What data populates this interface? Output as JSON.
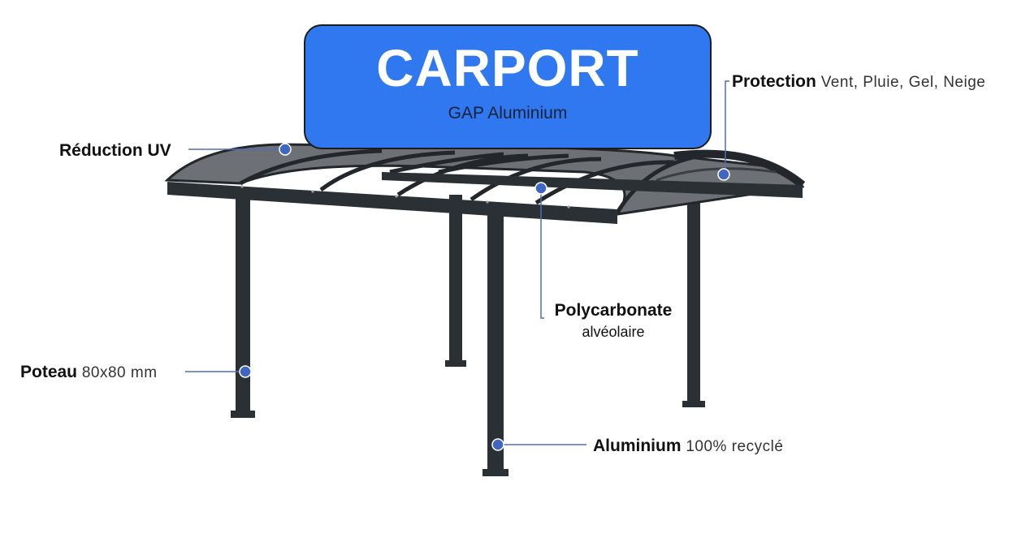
{
  "title": "CARPORT",
  "subtitle": "GAP Aluminium",
  "colors": {
    "title_bg": "#2f78f0",
    "frame": "#2b3035",
    "panel": "#6c6f72",
    "leader": "#4f6fb8",
    "marker": "#3f67c2"
  },
  "callouts": {
    "uv": {
      "strong": "Réduction UV"
    },
    "protection": {
      "strong": "Protection",
      "light": "Vent, Pluie, Gel, Neige"
    },
    "polycarbonate": {
      "strong": "Polycarbonate",
      "line2": "alvéolaire"
    },
    "poteau": {
      "strong": "Poteau",
      "light": "80x80 mm"
    },
    "aluminium": {
      "strong": "Aluminium",
      "light": "100% recyclé"
    }
  }
}
